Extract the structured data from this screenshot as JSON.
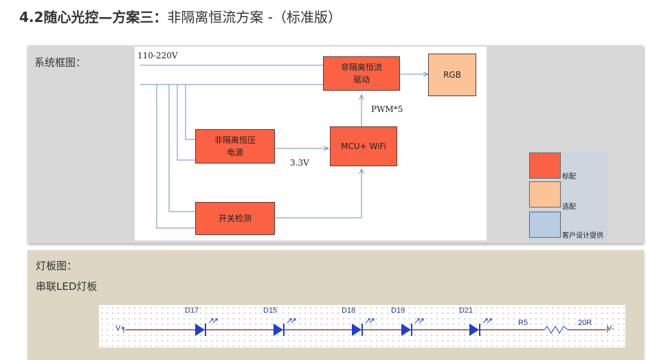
{
  "heading": {
    "bold_part": "4.2随心光控—方案三：",
    "normal_part": "非隔离恒流方案 -（标准版）"
  },
  "system_panel": {
    "label": "系统框图：",
    "input_voltage": "110-220V",
    "pwm_label": "PWM*5",
    "voltage_label": "3.3V",
    "blocks": {
      "driver": "非隔离恒流\n驱动",
      "rgb": "RGB",
      "power": "非隔离恒压\n电源",
      "mcu": "MCU+ WiFi",
      "switch_detect": "开关检测"
    },
    "legend": [
      {
        "label": "标配",
        "color": "#fb6244"
      },
      {
        "label": "选配",
        "color": "#fbc396"
      },
      {
        "label": "客户设计提供",
        "color": "#b8cce4"
      }
    ]
  },
  "board_panel": {
    "label": "灯板图：",
    "subtitle": "串联LED灯板",
    "left_terminal": "V+",
    "right_terminal": "V-",
    "leds": [
      "D17",
      "D15",
      "D18",
      "D19",
      "D21"
    ],
    "resistor_ref": "R5",
    "resistor_value": "20R",
    "colors": {
      "wire": "#8b1a1a",
      "led": "#1f3fd0",
      "label": "#223a8a"
    }
  }
}
